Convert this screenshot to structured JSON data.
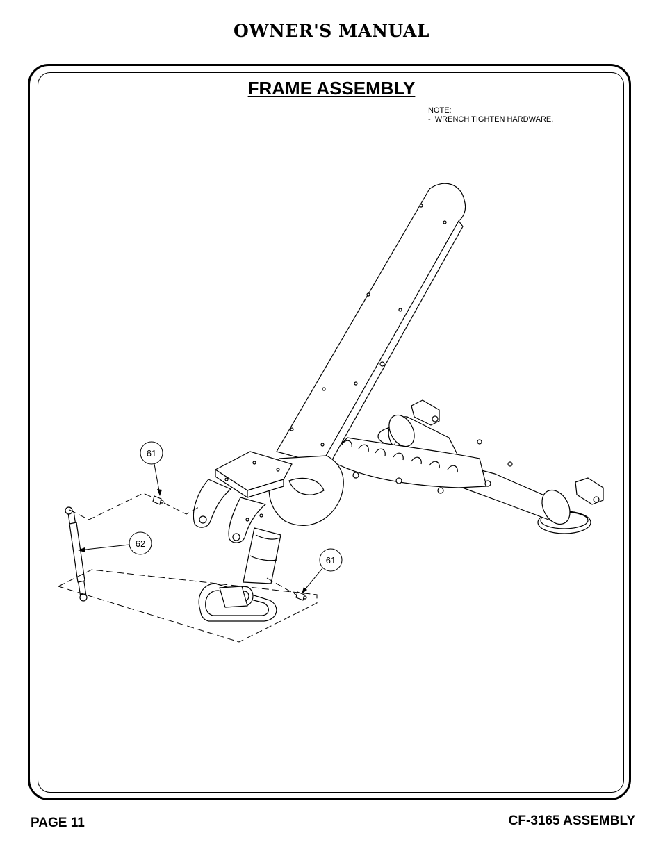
{
  "header": {
    "title": "OWNER'S MANUAL"
  },
  "section": {
    "title": "FRAME ASSEMBLY"
  },
  "note": {
    "label": "NOTE:",
    "line1": "-  WRENCH TIGHTEN HARDWARE."
  },
  "callouts": [
    {
      "label": "61"
    },
    {
      "label": "62"
    },
    {
      "label": "61"
    }
  ],
  "footer": {
    "page": "PAGE 11",
    "model": "CF-3165 ASSEMBLY"
  }
}
